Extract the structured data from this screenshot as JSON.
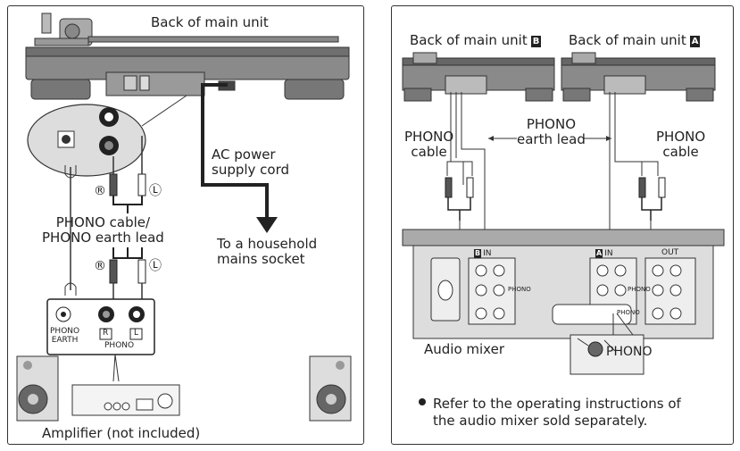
{
  "left_panel": {
    "title": "Back of main unit",
    "ac_power_cord": "AC power\nsupply cord",
    "household_socket": "To a household\nmains socket",
    "phono_cable_lead": "PHONO cable/\nPHONO earth lead",
    "marker_r": "®",
    "marker_l": "Ⓛ",
    "phono_earth_label": "PHONO\nEARTH",
    "phono_label": "PHONO",
    "jack_r": "R",
    "jack_l": "L",
    "amplifier": "Amplifier (not included)"
  },
  "right_panel": {
    "unit_b_text": "Back of main unit",
    "unit_b_badge": "B",
    "unit_a_text": "Back of main unit",
    "unit_a_badge": "A",
    "phono_cable_left": "PHONO\ncable",
    "phono_earth_lead": "PHONO\nearth lead",
    "phono_cable_right": "PHONO\ncable",
    "mixer_b_in": "IN",
    "mixer_a_in": "IN",
    "mixer_out": "OUT",
    "mixer_phono_1": "PHONO",
    "mixer_phono_2": "PHONO",
    "mixer_phono_3": "PHONO",
    "phono_plug_label": "PHONO",
    "audio_mixer": "Audio mixer",
    "note": "Refer to the operating instructions of\nthe audio mixer sold separately."
  }
}
